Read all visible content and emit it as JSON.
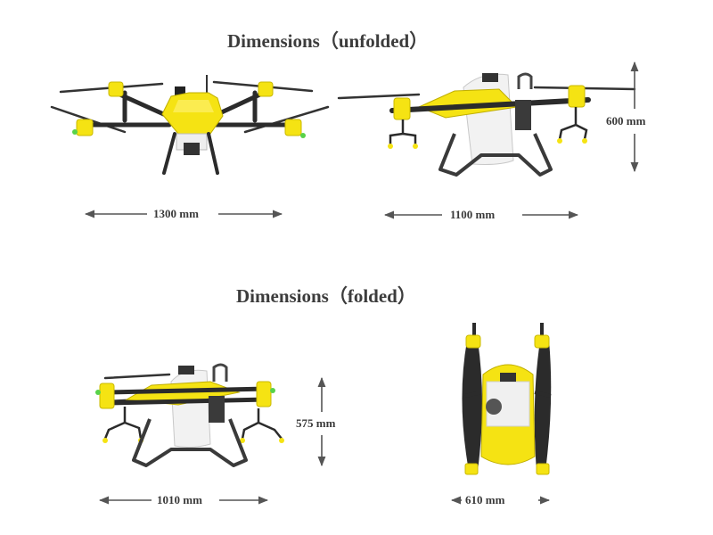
{
  "headings": {
    "unfolded": "Dimensions（unfolded）",
    "folded": "Dimensions（folded）"
  },
  "dimensions": {
    "unfolded_front_width": "1300 mm",
    "unfolded_side_width": "1100 mm",
    "unfolded_height": "600 mm",
    "folded_side_width": "1010 mm",
    "folded_height": "575 mm",
    "folded_front_width": "610 mm"
  },
  "colors": {
    "body_yellow": "#f5e313",
    "frame_dark": "#2b2b2b",
    "tank_white": "#f2f2f2",
    "nozzle_green": "#58d24a",
    "arrow_gray": "#555555"
  }
}
